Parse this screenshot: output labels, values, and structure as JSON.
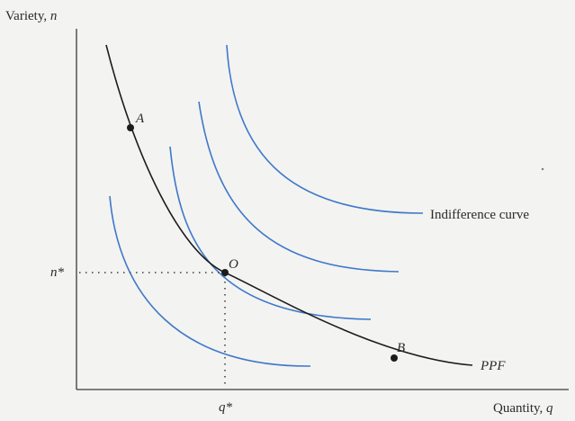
{
  "axes": {
    "y_label_text": "Variety, ",
    "y_label_var": "n",
    "x_label_text": "Quantity, ",
    "x_label_var": "q"
  },
  "points": {
    "A": "A",
    "B": "B",
    "O": "O"
  },
  "ticks": {
    "n_star": "n*",
    "q_star": "q*"
  },
  "curve_labels": {
    "indifference": "Indifference curve",
    "ppf": "PPF"
  },
  "colors": {
    "axis": "#3a3a3a",
    "ppf": "#1c1c1c",
    "indifference": "#3f78c9",
    "dotted": "#555555"
  }
}
